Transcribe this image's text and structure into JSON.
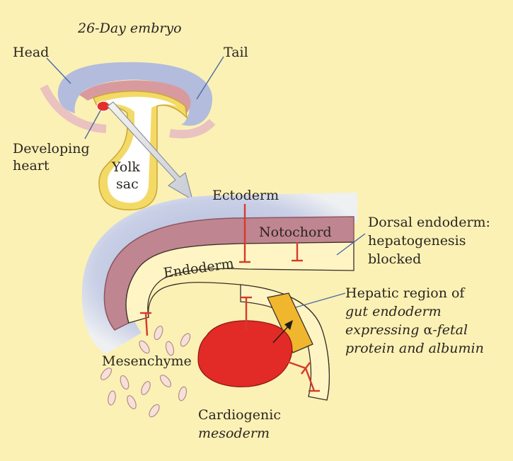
{
  "title": "26-Day embryo",
  "labels": {
    "head": "Head",
    "tail": "Tail",
    "heart_line1": "Developing",
    "heart_line2": "heart",
    "yolk_line1": "Yolk",
    "yolk_line2": "sac",
    "ectoderm": "Ectoderm",
    "notochord": "Notochord",
    "endoderm": "Endoderm",
    "dorsal_line1": "Dorsal endoderm:",
    "dorsal_line2": "hepatogenesis",
    "dorsal_line3": "blocked",
    "hepatic_line1": "Hepatic region of",
    "hepatic_line2": "gut endoderm",
    "hepatic_line3_prefix": "expressing ",
    "hepatic_line3_alpha": "α",
    "hepatic_line3_suffix": "-fetal",
    "hepatic_line4": "protein and albumin",
    "mesenchyme": "Mesenchyme",
    "cardio_line1": "Cardiogenic",
    "cardio_line2": "mesoderm"
  },
  "colors": {
    "background": "#fbf1b5",
    "ectoderm": "#b8c0dc",
    "notochord": "#c08390",
    "mesoderm": "#e22a26",
    "hepatic": "#f0b62d",
    "endoderm": "#fff4c2",
    "inhibition": "#d63a2a"
  }
}
